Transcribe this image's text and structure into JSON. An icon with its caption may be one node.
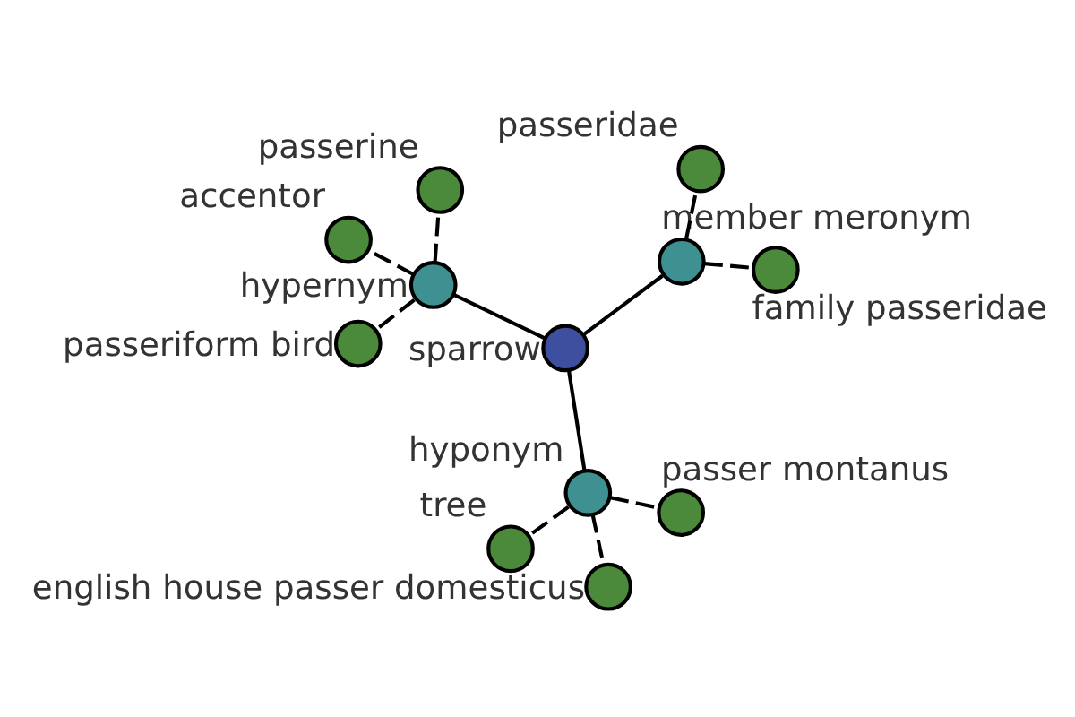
{
  "diagram": {
    "nodes": [
      {
        "text": [
          "sparrow"
        ]
      },
      {
        "text": [
          "member meronym"
        ]
      },
      {
        "text": [
          "hyponym"
        ]
      },
      {
        "text": [
          "hypernym"
        ]
      },
      {
        "text": [
          "family passeridae"
        ]
      },
      {
        "text": [
          "passeridae"
        ]
      },
      {
        "text": [
          "tree"
        ]
      },
      {
        "text": [
          "english house passer domesticus"
        ]
      },
      {
        "text": [
          "passer montanus"
        ]
      },
      {
        "text": [
          "passerine"
        ]
      },
      {
        "text": [
          "passeriform bird"
        ]
      },
      {
        "text": [
          "accentor"
        ]
      }
    ],
    "edges": [
      {
        "from": 0,
        "to": 1,
        "arrow": "none"
      },
      {
        "from": 0,
        "to": 2,
        "arrow": "none"
      },
      {
        "from": 0,
        "to": 3,
        "arrow": "none"
      },
      {
        "from": 1,
        "to": 4,
        "arrow": "none",
        "style": "dashed"
      },
      {
        "from": 1,
        "to": 5,
        "arrow": "none",
        "style": "dashed"
      },
      {
        "from": 2,
        "to": 6,
        "arrow": "none",
        "style": "dashed"
      },
      {
        "from": 2,
        "to": 7,
        "arrow": "none",
        "style": "dashed"
      },
      {
        "from": 2,
        "to": 8,
        "arrow": "none",
        "style": "dashed"
      },
      {
        "from": 3,
        "to": 9,
        "arrow": "none",
        "style": "dashed"
      },
      {
        "from": 3,
        "to": 10,
        "arrow": "none",
        "style": "dashed"
      },
      {
        "from": 3,
        "to": 11,
        "arrow": "none",
        "style": "dashed"
      }
    ]
  }
}
